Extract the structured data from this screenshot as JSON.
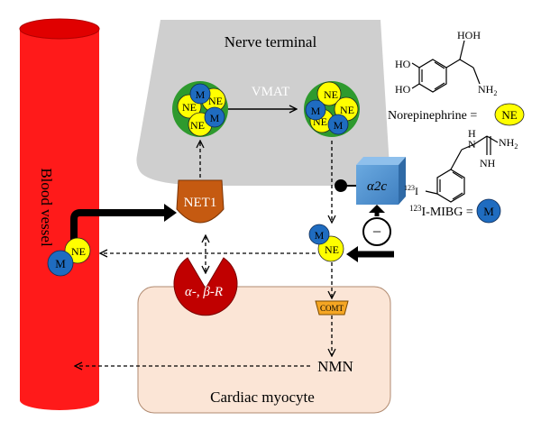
{
  "labels": {
    "nerve_terminal": "Nerve terminal",
    "vmat": "VMAT",
    "blood_vessel": "Blood vessel",
    "cardiac_myocyte": "Cardiac myocyte",
    "net1": "NET1",
    "receptor_text": "α-, β-R",
    "alpha2c": "α2c",
    "comt": "COMT",
    "nmn": "NMN",
    "minus": "−",
    "m": "M",
    "ne": "NE"
  },
  "legend": {
    "norepinephrine_label": "Norepinephrine =",
    "norepinephrine_symbol": "NE",
    "mibg_superscript": "123",
    "mibg_label": "I-MIBG =",
    "mibg_symbol": "M"
  },
  "structures": {
    "ne_oh_top": "HOH",
    "ne_ho_top": "HO",
    "ne_ho_bottom": "HO",
    "ne_nh2": "NH",
    "ne_nh2_sub": "2",
    "mibg_nh_top": "H",
    "mibg_n_top": "N",
    "mibg_nh2": "NH",
    "mibg_nh2_sub": "2",
    "mibg_nh": "NH",
    "mibg_iodine_super": "123",
    "mibg_iodine": "I"
  },
  "colors": {
    "vessel_red": "#ff1a1a",
    "nerve_gray": "#cfcfcf",
    "myocyte_fill": "#fbe5d6",
    "vesicle_green": "#2e9a2e",
    "ne_yellow": "#ffff00",
    "m_blue": "#1f6cc0",
    "net1_orange": "#c55a11",
    "receptor_red": "#c00000",
    "alpha2c_blue": "#5b9bd5",
    "comt_orange": "#f5a623"
  }
}
